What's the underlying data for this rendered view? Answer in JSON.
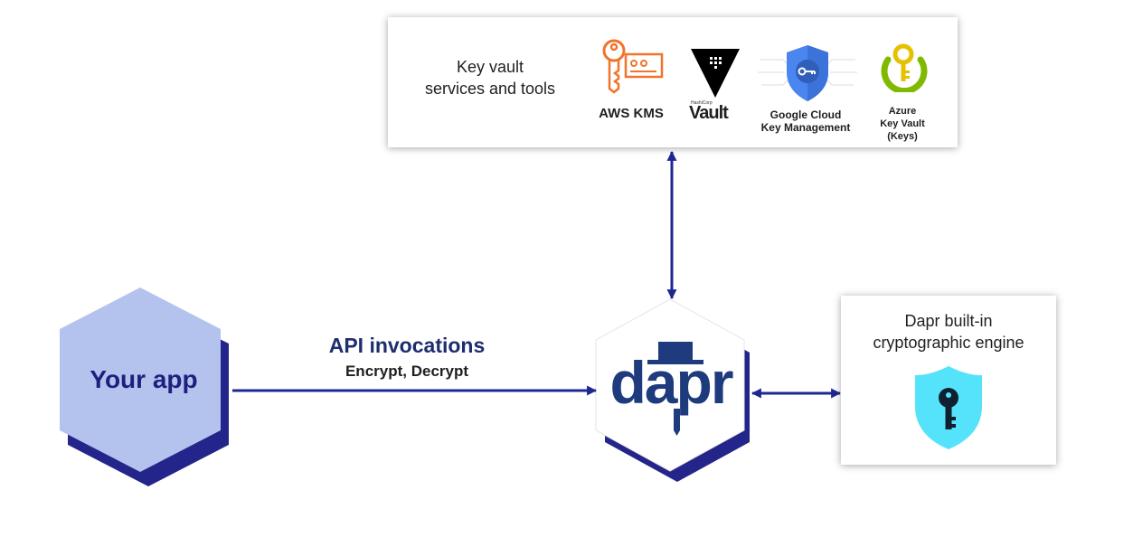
{
  "key_vault": {
    "title": "Key vault\nservices and tools",
    "providers": [
      {
        "name": "AWS KMS",
        "icon": "aws-kms-key-icon",
        "color": "#f0742b"
      },
      {
        "name": "HashiCorp",
        "name_main": "Vault",
        "icon": "hashicorp-vault-icon",
        "color": "#000000"
      },
      {
        "name": "Google Cloud\nKey Management",
        "icon": "google-cloud-kms-shield-icon",
        "color": "#4a85f0"
      },
      {
        "name": "Azure\nKey Vault\n(Keys)",
        "icon": "azure-key-vault-icon",
        "color": "#e5c100"
      }
    ]
  },
  "app": {
    "label": "Your app",
    "color": "#b4c3ee",
    "shadow_color": "#23258a"
  },
  "api": {
    "title": "API invocations",
    "operations": "Encrypt, Decrypt"
  },
  "dapr": {
    "wordmark": "dapr",
    "color": "#1d3b7d"
  },
  "engine": {
    "title": "Dapr built-in\ncryptographic engine",
    "icon": "shield-key-icon",
    "color": "#55e3fb"
  },
  "colors": {
    "arrow": "#1f2791"
  }
}
